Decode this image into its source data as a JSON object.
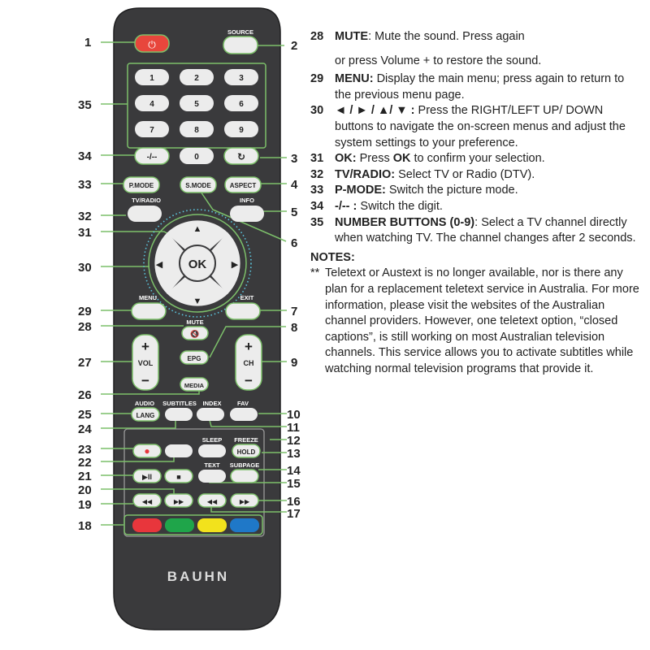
{
  "remote": {
    "brand": "BAUHN",
    "colors": {
      "body": "#3a3a3c",
      "button": "#ececec",
      "power": "#e8463c",
      "outline": "#7cbf6a",
      "ring": "#5cc7df"
    },
    "buttons": {
      "power": "⏻",
      "source": "SOURCE",
      "digits": [
        "1",
        "2",
        "3",
        "4",
        "5",
        "6",
        "7",
        "8",
        "9"
      ],
      "zero": "0",
      "digit_toggle": "-/--",
      "recall": "↻",
      "pmode": "P.MODE",
      "smode": "S.MODE",
      "aspect": "ASPECT",
      "tv_radio": "TV/RADIO",
      "info": "INFO",
      "ok": "OK",
      "up": "▲",
      "down": "▼",
      "left": "◀",
      "right": "▶",
      "menu": "MENU",
      "exit": "EXIT",
      "mute": "MUTE",
      "mute_icon": "🔇",
      "vol_plus": "+",
      "vol": "VOL",
      "vol_minus": "−",
      "epg": "EPG",
      "ch_plus": "+",
      "ch": "CH",
      "ch_minus": "−",
      "media": "MEDIA",
      "audio": "AUDIO",
      "lang": "LANG",
      "subtitles": "SUBTITLES",
      "index": "INDEX",
      "fav": "FAV",
      "sleep": "SLEEP",
      "freeze": "FREEZE",
      "hold": "HOLD",
      "text": "TEXT",
      "subpage": "SUBPAGE",
      "record": "●",
      "play_pause": "▶II",
      "stop": "■",
      "rewind": "◀◀",
      "fast_forward": "▶▶",
      "prev": "◀◀",
      "next": "▶▶",
      "color_keys": [
        "#e8363c",
        "#1fa54a",
        "#f2e21c",
        "#1f78c8"
      ]
    }
  },
  "callouts": [
    "1",
    "2",
    "3",
    "4",
    "5",
    "6",
    "7",
    "8",
    "9",
    "10",
    "11",
    "12",
    "13",
    "14",
    "15",
    "16",
    "17",
    "18",
    "19",
    "20",
    "21",
    "22",
    "23",
    "24",
    "25",
    "26",
    "27",
    "28",
    "29",
    "30",
    "31",
    "32",
    "33",
    "34",
    "35"
  ],
  "legend": {
    "entries": [
      {
        "num": "28",
        "term": "MUTE",
        "sep": ": ",
        "text": "Mute the sound. Press again"
      },
      {
        "num": "29",
        "term": "MENU:",
        "sep": " ",
        "text": "Display the main menu; press again to return to the previous menu page."
      },
      {
        "num": "30",
        "term": "◄ / ► / ▲/ ▼ :",
        "sep": " ",
        "text": "Press the RIGHT/LEFT UP/ DOWN buttons to navigate the on-screen menus and adjust the system settings to your preference."
      },
      {
        "num": "31",
        "term": "OK:",
        "sep": " ",
        "text": "Press",
        "ok": "OK",
        "text_after": "to confirm your selection."
      },
      {
        "num": "32",
        "term": "TV/RADIO:",
        "sep": " ",
        "text": "Select TV or Radio (DTV)."
      },
      {
        "num": "33",
        "term": "P-MODE:",
        "sep": " ",
        "text": "Switch the picture mode."
      },
      {
        "num": "34",
        "term": "-/-- :",
        "sep": " ",
        "text": "Switch the digit."
      },
      {
        "num": "35",
        "term": "NUMBER BUTTONS (0-9)",
        "sep": ": ",
        "text": "Select a TV channel directly when watching TV. The channel changes after 2 seconds."
      }
    ],
    "mute_continuation": "or press Volume + to restore the sound.",
    "notes_title": "NOTES:",
    "note_marker": "**",
    "note_text": "Teletext or Austext is no longer available, nor is there any plan for a replacement teletext service in Australia. For more information, please visit the websites of the Australian channel providers. However, one teletext option, “closed captions”, is still working on most Australian television channels. This service allows you to activate subtitles while watching normal television programs that provide it."
  }
}
